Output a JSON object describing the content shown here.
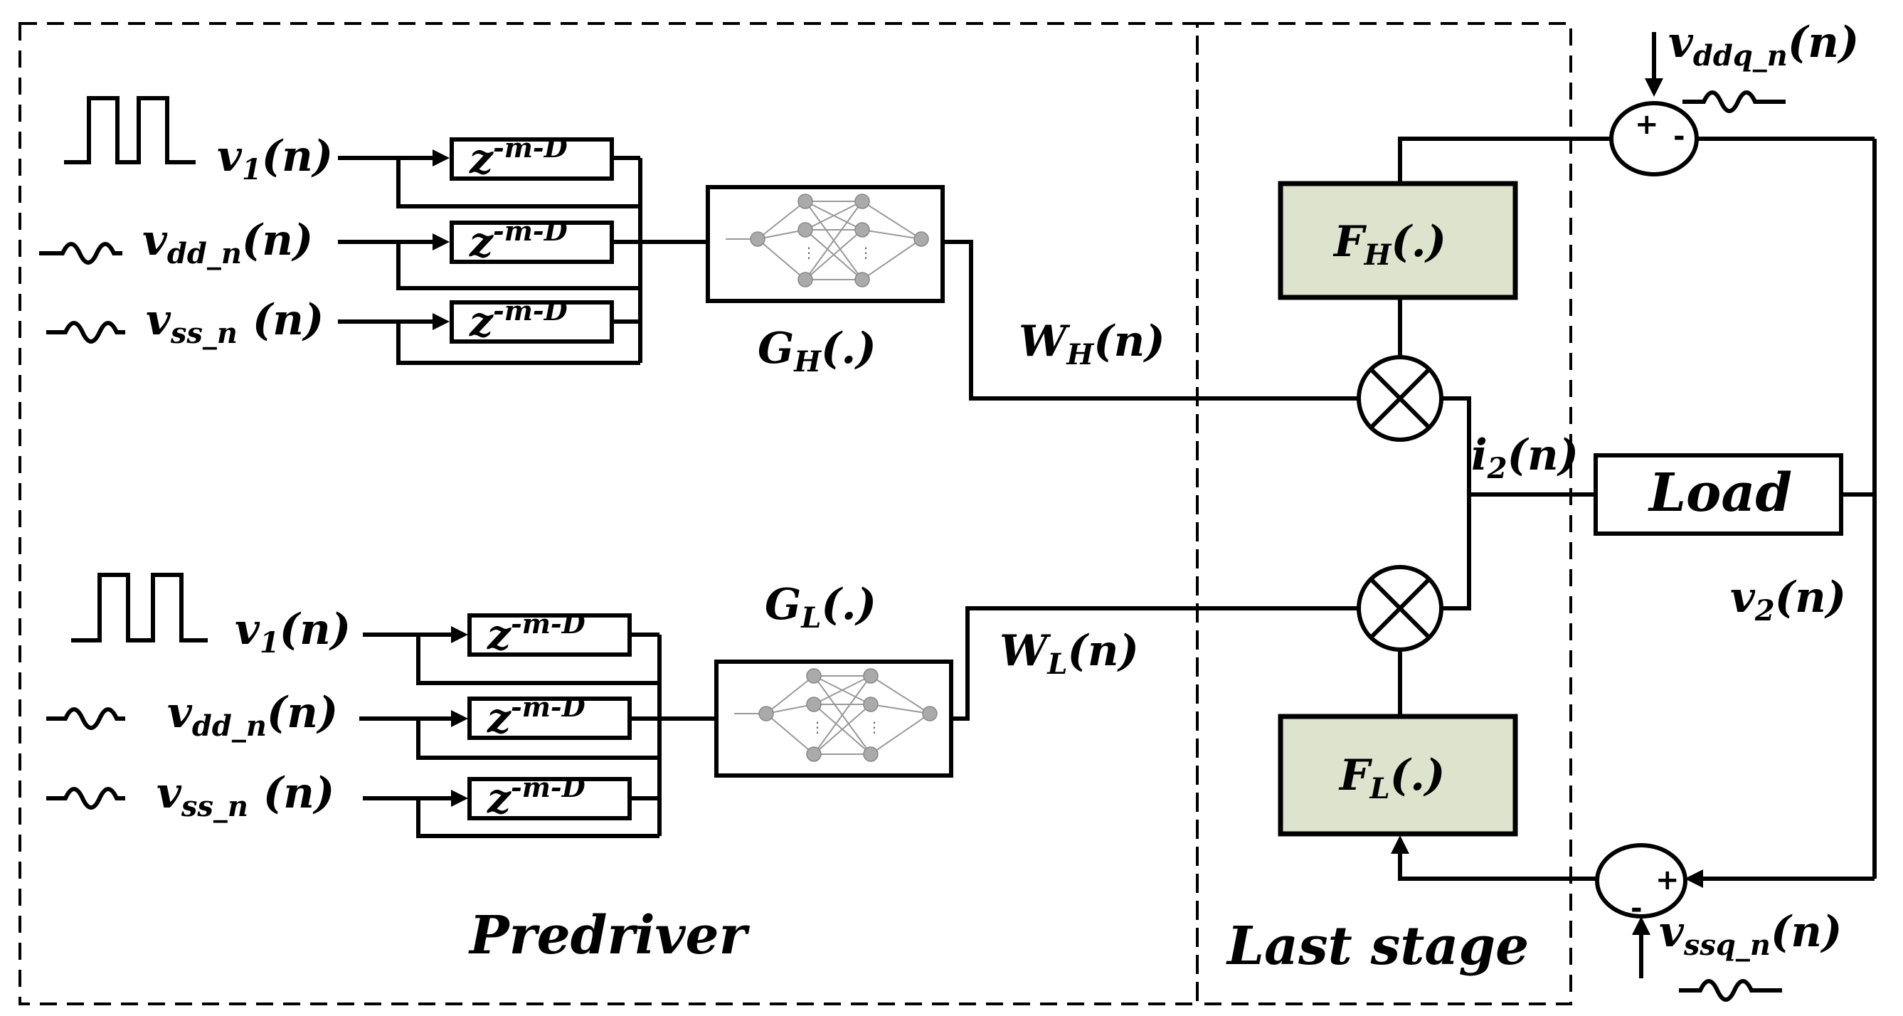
{
  "regions": {
    "predriver_label": "Predriver",
    "last_stage_label": "Last stage"
  },
  "inputs": {
    "v1": {
      "main": "v",
      "sub": "1",
      "arg": "(n)"
    },
    "vdd": {
      "main": "v",
      "sub": "dd_n",
      "arg": "(n)"
    },
    "vss": {
      "main": "v",
      "sub": "ss_n",
      "arg": " (n)"
    }
  },
  "delay": {
    "base": "z",
    "exp": "-m-D"
  },
  "functions": {
    "gh": {
      "main": "G",
      "sub": "H",
      "arg": "(.)"
    },
    "gl": {
      "main": "G",
      "sub": "L",
      "arg": "(.)"
    },
    "fh": {
      "main": "F",
      "sub": "H",
      "arg": "(.)"
    },
    "fl": {
      "main": "F",
      "sub": "L",
      "arg": "(.)"
    }
  },
  "signals": {
    "wh": {
      "main": "W",
      "sub": "H",
      "arg": "(n)"
    },
    "wl": {
      "main": "W",
      "sub": "L",
      "arg": "(n)"
    },
    "i2": {
      "main": "i",
      "sub": "2",
      "arg": "(n)"
    },
    "v2": {
      "main": "v",
      "sub": "2",
      "arg": "(n)"
    },
    "vddq": {
      "main": "v",
      "sub": "ddq_n",
      "arg": "(n)"
    },
    "vssq": {
      "main": "v",
      "sub": "ssq_n",
      "arg": "(n)"
    }
  },
  "load_label": "Load",
  "summing": {
    "top_plus": "+",
    "top_minus": "-",
    "bottom_plus": "+",
    "bottom_minus": "-"
  },
  "colors": {
    "block_fill": "#dde3cc"
  }
}
